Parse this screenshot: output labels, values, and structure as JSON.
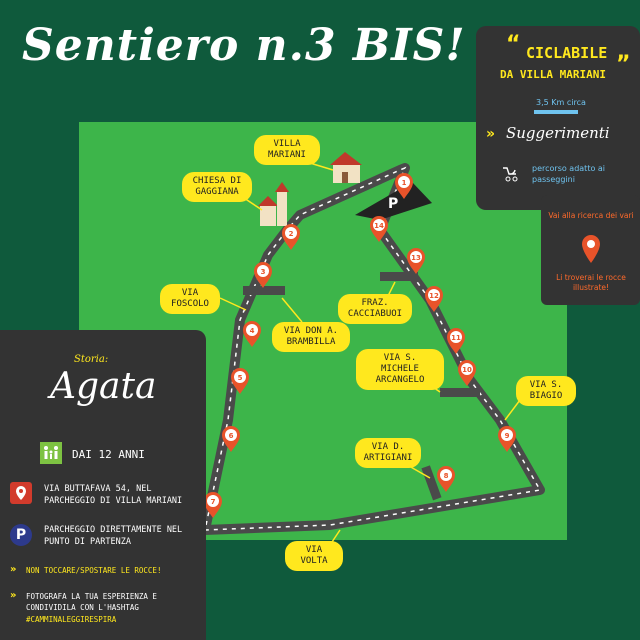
{
  "title": "Sentiero n.3 BIS!",
  "bike_panel": {
    "quote_open": "“",
    "heading_line1": "CICLABILE",
    "quote_close": "”",
    "heading_line2": "DA VILLA MARIANI",
    "distance": "3,5 Km circa",
    "suggestions_title": "Suggerimenti",
    "stroller_text": "percorso adatto ai passeggini"
  },
  "rocks_panel": {
    "line1": "Vai alla ricerca dei vari",
    "line2": "Li troverai le rocce illustrate!"
  },
  "story_panel": {
    "label": "Storia:",
    "name": "Agata",
    "age": "DAI 12 ANNI",
    "address": "VIA BUTTAFAVA 54, NEL PARCHEGGIO DI VILLA MARIANI",
    "parking": "PARCHEGGIO DIRETTAMENTE NEL PUNTO DI PARTENZA",
    "warning": "NON TOCCARE/SPOSTARE LE ROCCE!",
    "photo": "FOTOGRAFA LA TUA ESPERIENZA E CONDIVIDILA CON L'HASHTAG",
    "hashtag": "#CAMMINALEGGIRESPIRA"
  },
  "map": {
    "parking_symbol": "P",
    "labels": {
      "villa_mariani": "VILLA MARIANI",
      "chiesa": "CHIESA DI GAGGIANA",
      "via_foscolo": "VIA FOSCOLO",
      "via_don": "VIA DON A. BRAMBILLA",
      "fraz": "FRAZ. CACCIABUOI",
      "via_michele": "VIA S. MICHELE ARCANGELO",
      "via_biagio": "VIA S. BIAGIO",
      "via_artigiani": "VIA D. ARTIGIANI",
      "via_volta": "VIA VOLTA"
    },
    "markers": [
      "1",
      "2",
      "3",
      "4",
      "5",
      "6",
      "7",
      "8",
      "9",
      "10",
      "11",
      "12",
      "13",
      "14"
    ]
  },
  "colors": {
    "background": "#0f5a3c",
    "map_green": "#3db54a",
    "road": "#4a4a4a",
    "marker": "#e8532a",
    "label": "#ffe81e",
    "panel": "#333333"
  }
}
